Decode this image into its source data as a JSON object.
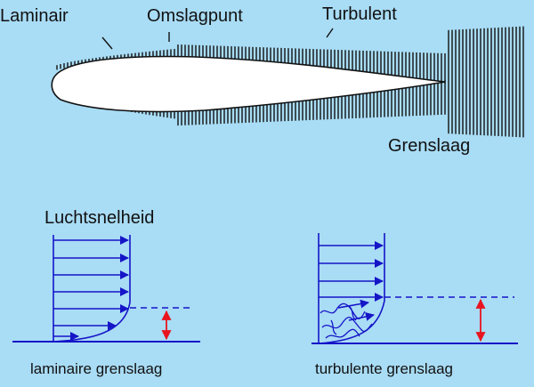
{
  "labels": {
    "laminar": "Laminair",
    "transition": "Omslagpunt",
    "turbulent": "Turbulent",
    "boundary_layer": "Grenslaag",
    "air_speed": "Luchtsnelheid",
    "laminar_layer": "laminaire grenslaag",
    "turbulent_layer": "turbulente grenslaag"
  },
  "colors": {
    "background": "#a9dcf5",
    "airfoil": "#ffffff",
    "hatch": "#111111",
    "velocity": "#1515c8",
    "thickness_marker": "#e8141e"
  }
}
